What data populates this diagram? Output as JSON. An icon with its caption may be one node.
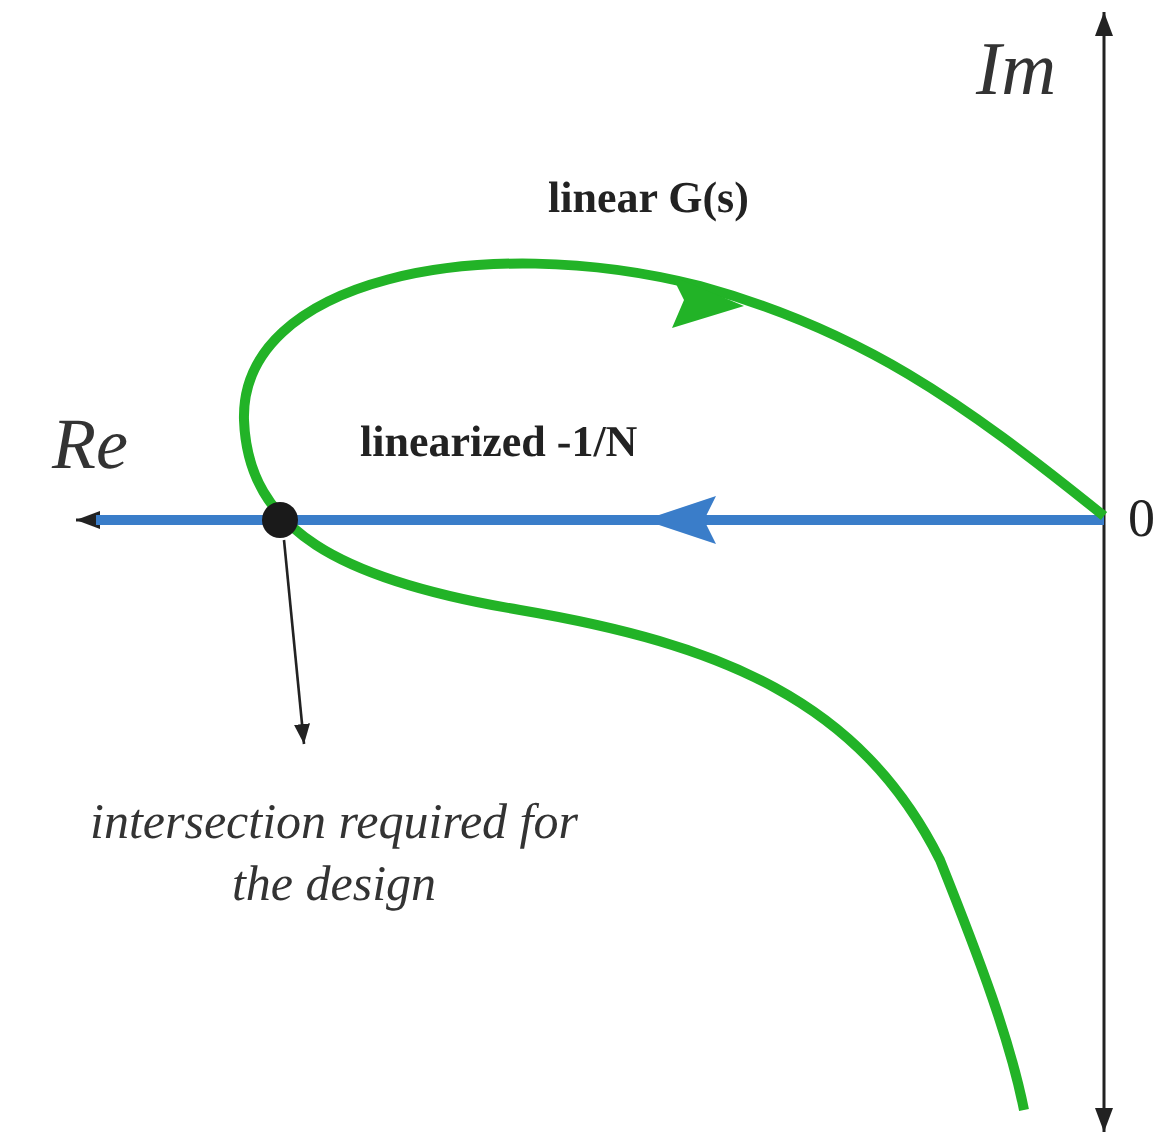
{
  "diagram": {
    "nodes": [
      {
        "text": [],
        "shape": "circle"
      },
      {
        "text": [
          "intersection required for the design"
        ]
      }
    ],
    "edges": [
      {
        "from": 0,
        "to": 1,
        "arrow": "to"
      }
    ],
    "labels": [
      "Im",
      "Re",
      "linear G(s)",
      "linearized -1/N",
      "0"
    ]
  }
}
